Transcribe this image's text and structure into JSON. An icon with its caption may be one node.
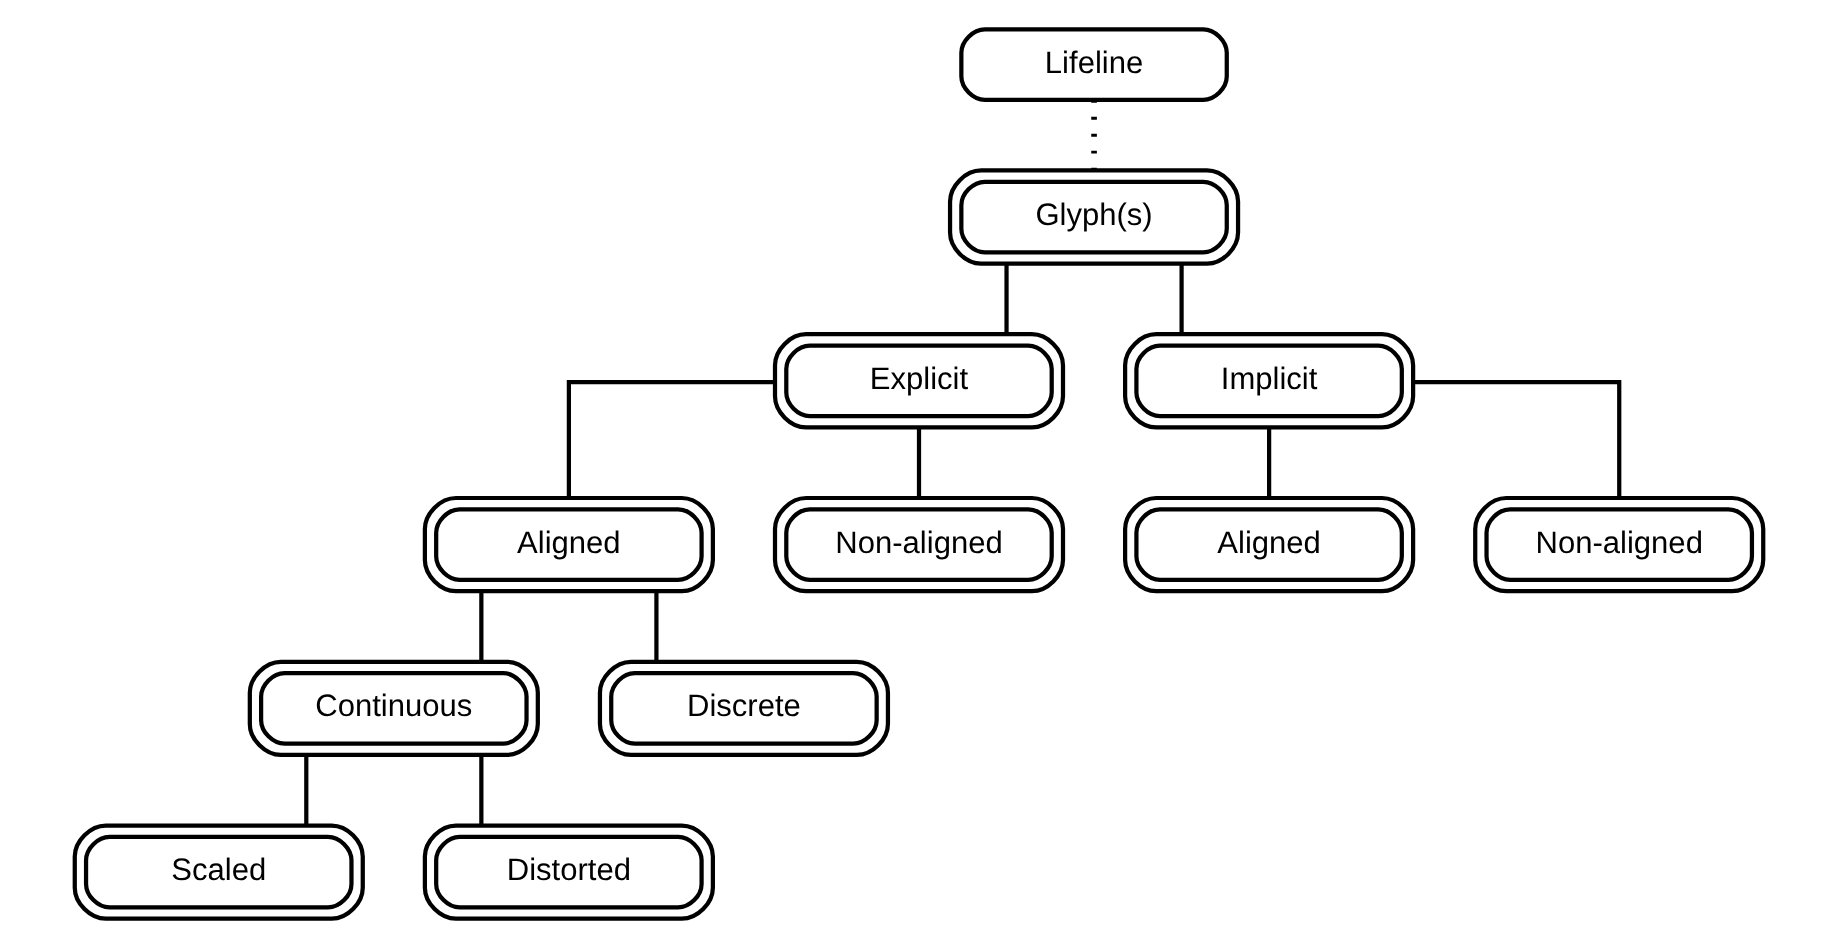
{
  "diagram": {
    "nodes": [
      {
        "text": [
          "Lifeline"
        ]
      },
      {
        "text": [
          "Glyph(s)"
        ]
      },
      {
        "text": [
          "Explicit"
        ]
      },
      {
        "text": [
          "Implicit"
        ]
      },
      {
        "text": [
          "Aligned"
        ]
      },
      {
        "text": [
          "Non-aligned"
        ]
      },
      {
        "text": [
          "Aligned"
        ]
      },
      {
        "text": [
          "Non-aligned"
        ]
      },
      {
        "text": [
          "Continuous"
        ]
      },
      {
        "text": [
          "Discrete"
        ]
      },
      {
        "text": [
          "Scaled"
        ]
      },
      {
        "text": [
          "Distorted"
        ]
      }
    ],
    "edges": [
      {
        "from": 0,
        "to": 1,
        "arrow": "none",
        "style": "dashed"
      },
      {
        "from": 1,
        "to": 2,
        "arrow": "none"
      },
      {
        "from": 1,
        "to": 3,
        "arrow": "none"
      },
      {
        "from": 2,
        "to": 4,
        "arrow": "none"
      },
      {
        "from": 2,
        "to": 5,
        "arrow": "none"
      },
      {
        "from": 3,
        "to": 6,
        "arrow": "none"
      },
      {
        "from": 3,
        "to": 7,
        "arrow": "none"
      },
      {
        "from": 4,
        "to": 8,
        "arrow": "none"
      },
      {
        "from": 4,
        "to": 9,
        "arrow": "none"
      },
      {
        "from": 8,
        "to": 10,
        "arrow": "none"
      },
      {
        "from": 8,
        "to": 11,
        "arrow": "none"
      }
    ]
  }
}
